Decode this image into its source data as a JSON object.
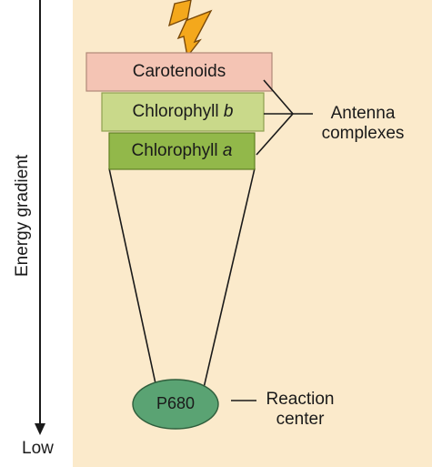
{
  "colors": {
    "background_panel": "#fbeacb",
    "carotenoids_fill": "#f4c4b4",
    "chlorophyll_b_fill": "#c9d98a",
    "chlorophyll_a_fill": "#92b84a",
    "p680_fill": "#5aa373",
    "lightning_fill": "#f4a81c",
    "line": "#1a1a1a"
  },
  "axis": {
    "label": "Energy gradient",
    "bottom_label": "Low"
  },
  "boxes": {
    "carotenoids": "Carotenoids",
    "chlorophyll_b_name": "Chlorophyll",
    "chlorophyll_b_letter": "b",
    "chlorophyll_a_name": "Chlorophyll",
    "chlorophyll_a_letter": "a"
  },
  "reaction_center": {
    "name": "P680",
    "label_line1": "Reaction",
    "label_line2": "center"
  },
  "antenna": {
    "label_line1": "Antenna",
    "label_line2": "complexes"
  },
  "icons": {
    "light": "lightning-bolt-icon"
  }
}
